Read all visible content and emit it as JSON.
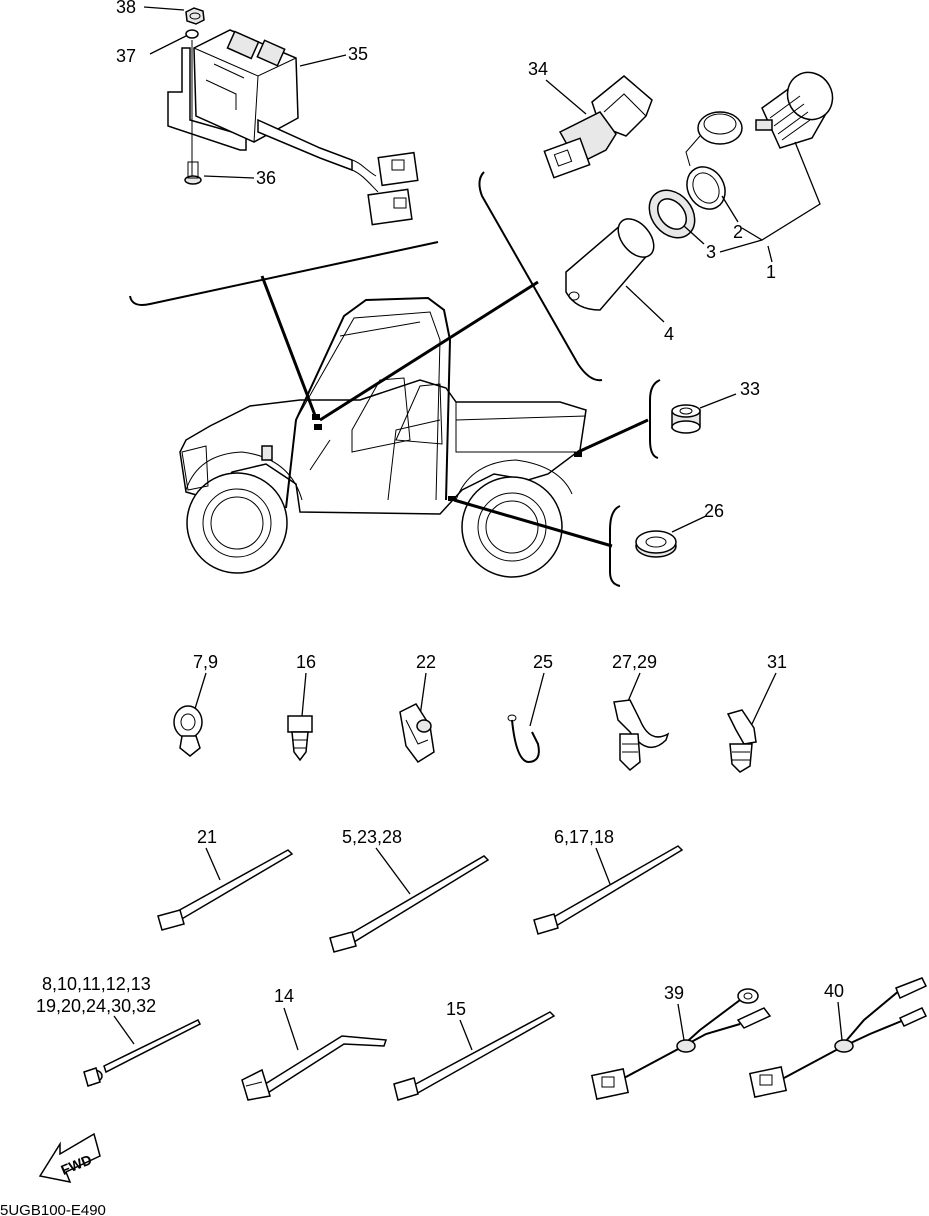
{
  "diagram_code": "5UGB100-E490",
  "fwd_label": "FWD",
  "callouts": {
    "c1": "1",
    "c2": "2",
    "c3": "3",
    "c4": "4",
    "c5_23_28": "5,23,28",
    "c6_17_18": "6,17,18",
    "c7_9": "7,9",
    "c8_line1": "8,10,11,12,13",
    "c8_line2": "19,20,24,30,32",
    "c14": "14",
    "c15": "15",
    "c16": "16",
    "c21": "21",
    "c22": "22",
    "c25": "25",
    "c26": "26",
    "c27_29": "27,29",
    "c31": "31",
    "c33": "33",
    "c34": "34",
    "c35": "35",
    "c36": "36",
    "c37": "37",
    "c38": "38",
    "c39": "39",
    "c40": "40"
  }
}
